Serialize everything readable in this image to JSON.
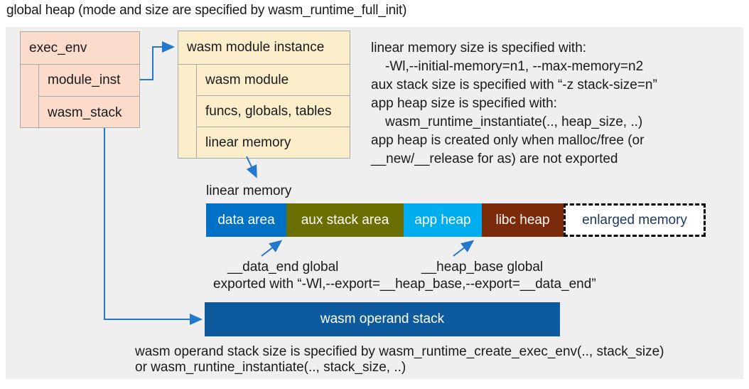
{
  "page": {
    "title": "global heap (mode and size are specified by wasm_runtime_full_init)"
  },
  "exec_env_box": {
    "header": "exec_env",
    "rows": [
      {
        "label": "module_inst"
      },
      {
        "label": "wasm_stack"
      }
    ]
  },
  "module_instance_box": {
    "header": "wasm module instance",
    "rows": [
      {
        "label": "wasm module"
      },
      {
        "label": "funcs, globals, tables"
      },
      {
        "label": "linear memory"
      }
    ]
  },
  "notes_top": {
    "lines": [
      {
        "text": "linear memory size is specified with:"
      },
      {
        "text": "-Wl,--initial-memory=n1, --max-memory=n2"
      },
      {
        "text": "aux stack size is specified with “-z stack-size=n”"
      },
      {
        "text": "app heap size is specified with:"
      },
      {
        "text": "wasm_runtime_instantiate(.., heap_size, ..)"
      },
      {
        "text": "app heap is created only when malloc/free (or"
      },
      {
        "text": "__new/__release for as) are not exported"
      }
    ]
  },
  "linear_memory": {
    "label": "linear memory",
    "segments": [
      {
        "label": "data area",
        "color": "#0071C5",
        "text_color": "#ffffff"
      },
      {
        "label": "aux stack area",
        "color": "#6B6E00",
        "text_color": "#ffffff"
      },
      {
        "label": "app heap",
        "color": "#00AEEF",
        "text_color": "#ffffff"
      },
      {
        "label": "libc heap",
        "color": "#7C2B0A",
        "text_color": "#ffffff"
      },
      {
        "label": "enlarged memory",
        "color": "#FFFFFF",
        "text_color": "#1F3864"
      }
    ]
  },
  "annotations": {
    "data_end_label": "__data_end global",
    "heap_base_label": "__heap_base global",
    "export_line": "exported with “-Wl,--export=__heap_base,--export=__data_end”"
  },
  "operand_stack": {
    "label": "wasm operand stack",
    "color": "#0E5A9E"
  },
  "notes_bottom": {
    "lines": [
      {
        "text": "wasm operand stack size is specified by wasm_runtime_create_exec_env(.., stack_size)"
      },
      {
        "text": "or wasm_runtine_instantiate(.., stack_size, ..)"
      }
    ]
  },
  "colors": {
    "arrow": "#2277CE",
    "panel_bg": "#EFEFEF",
    "exec_env_fill": "#FBDCCC",
    "exec_env_border": "#A9A9A9",
    "module_instance_fill": "#FCEECB",
    "module_instance_border": "#A9A9A9",
    "text": "#1A1A1A"
  }
}
